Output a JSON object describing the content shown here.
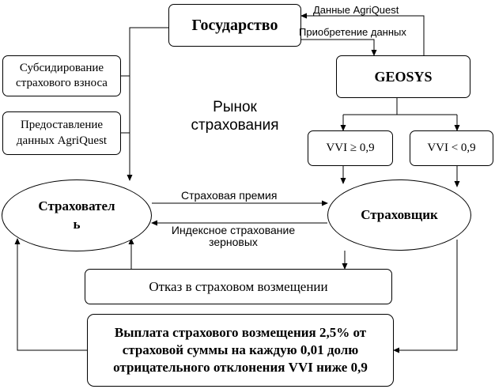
{
  "nodes": {
    "state": "Государство",
    "geosys": "GEOSYS",
    "subsidy_line1": "Субсидирование",
    "subsidy_line2": "страхового взноса",
    "data_provision_line1": "Предоставление",
    "data_provision_line2": "данных AgriQuest",
    "market_line1": "Рынок",
    "market_line2": "страхования",
    "vvi_high": "VVI ≥ 0,9",
    "vvi_low": "VVI < 0,9",
    "insured_line1": "Страховател",
    "insured_line2": "ь",
    "insurer": "Страховщик",
    "refusal": "Отказ в страховом возмещении",
    "payout_line1": "Выплата страхового возмещения 2,5% от",
    "payout_line2": "страховой суммы на каждую 0,01 долю",
    "payout_line3": "отрицательного отклонения VVI ниже 0,9"
  },
  "edges": {
    "agriquest_data": "Данные AgriQuest",
    "data_purchase": "Приобретение данных",
    "premium": "Страховая премия",
    "index_insurance_line1": "Индексное страхование",
    "index_insurance_line2": "зерновых"
  }
}
